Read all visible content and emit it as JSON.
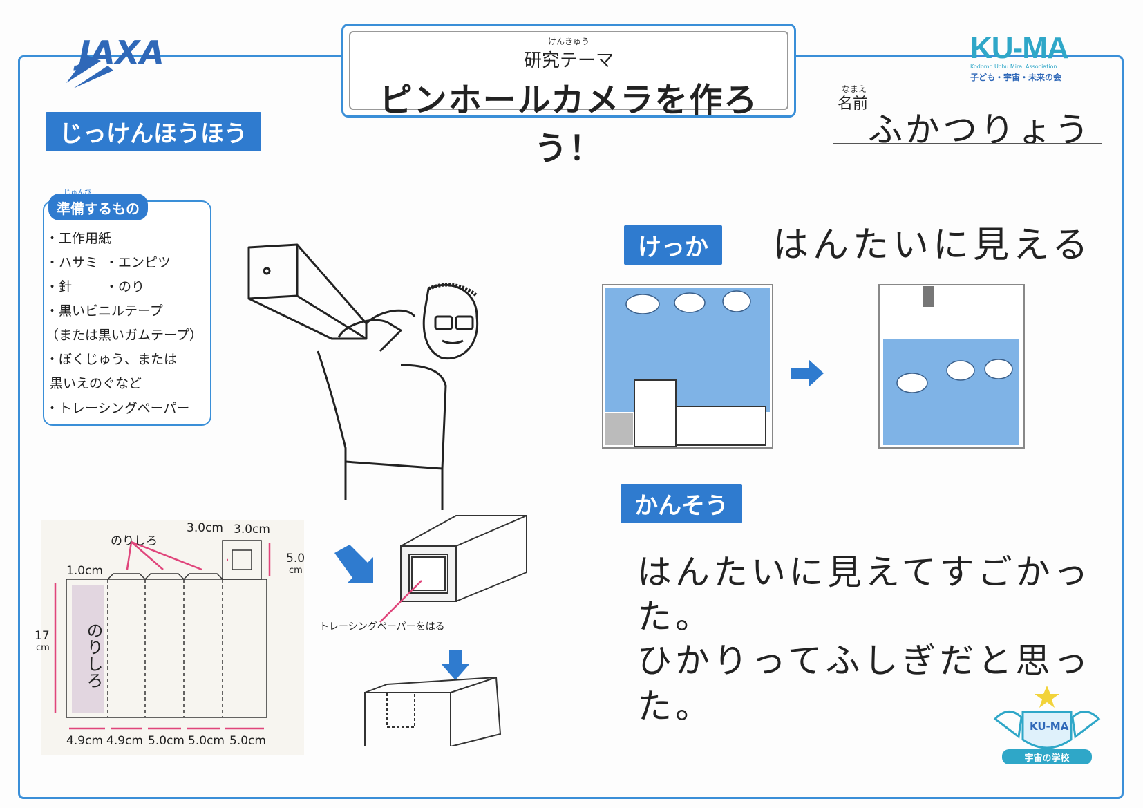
{
  "header": {
    "theme_ruby": "けんきゅう",
    "theme_label": "研究テーマ",
    "theme_title": "ピンホールカメラを作ろう！"
  },
  "logos": {
    "left": "JAXA",
    "right": "KU-MA",
    "right_sub": "Kodomo Uchu Mirai Association",
    "right_jp": "子ども・宇宙・未来の会"
  },
  "name": {
    "ruby": "なまえ",
    "label": "名前",
    "value": "ふかつりょう"
  },
  "method": {
    "heading": "じっけんほうほう",
    "prep_ruby": "じゅんび",
    "prep_heading": "準備するもの",
    "items": [
      "・工作用紙",
      "・ハサミ",
      "・エンピツ",
      "・針",
      "・のり",
      "・黒いビニルテープ",
      "（または黒いガムテープ）",
      "・ぼくじゅう、または",
      "黒いえのぐなど",
      "・トレーシングペーパー"
    ]
  },
  "diagram": {
    "glue_label": "のりしろ",
    "glue_side": "のりしろ",
    "dims": {
      "top_a": "3.0cm",
      "top_b": "3.0cm",
      "side": "5.0",
      "side_unit": "cm",
      "tab": "1.0cm",
      "height": "17",
      "height_unit": "cm",
      "w1": "4.9cm",
      "w2": "4.9cm",
      "w3": "5.0cm",
      "w4": "5.0cm",
      "w5": "5.0cm"
    },
    "tracing_label": "トレーシングペーパーをはる"
  },
  "result": {
    "heading": "けっか",
    "text": "はんたいに見える"
  },
  "impression": {
    "heading": "かんそう",
    "lines": [
      "はんたいに見えてすごかっ",
      "た。",
      "ひかりってふしぎだと思っ",
      "た。"
    ]
  },
  "badge": {
    "name": "KU-MA",
    "caption": "宇宙の学校"
  },
  "colors": {
    "accent": "#2f7bcf",
    "frame": "#3a8fd8",
    "sky": "#6fa8e0"
  }
}
